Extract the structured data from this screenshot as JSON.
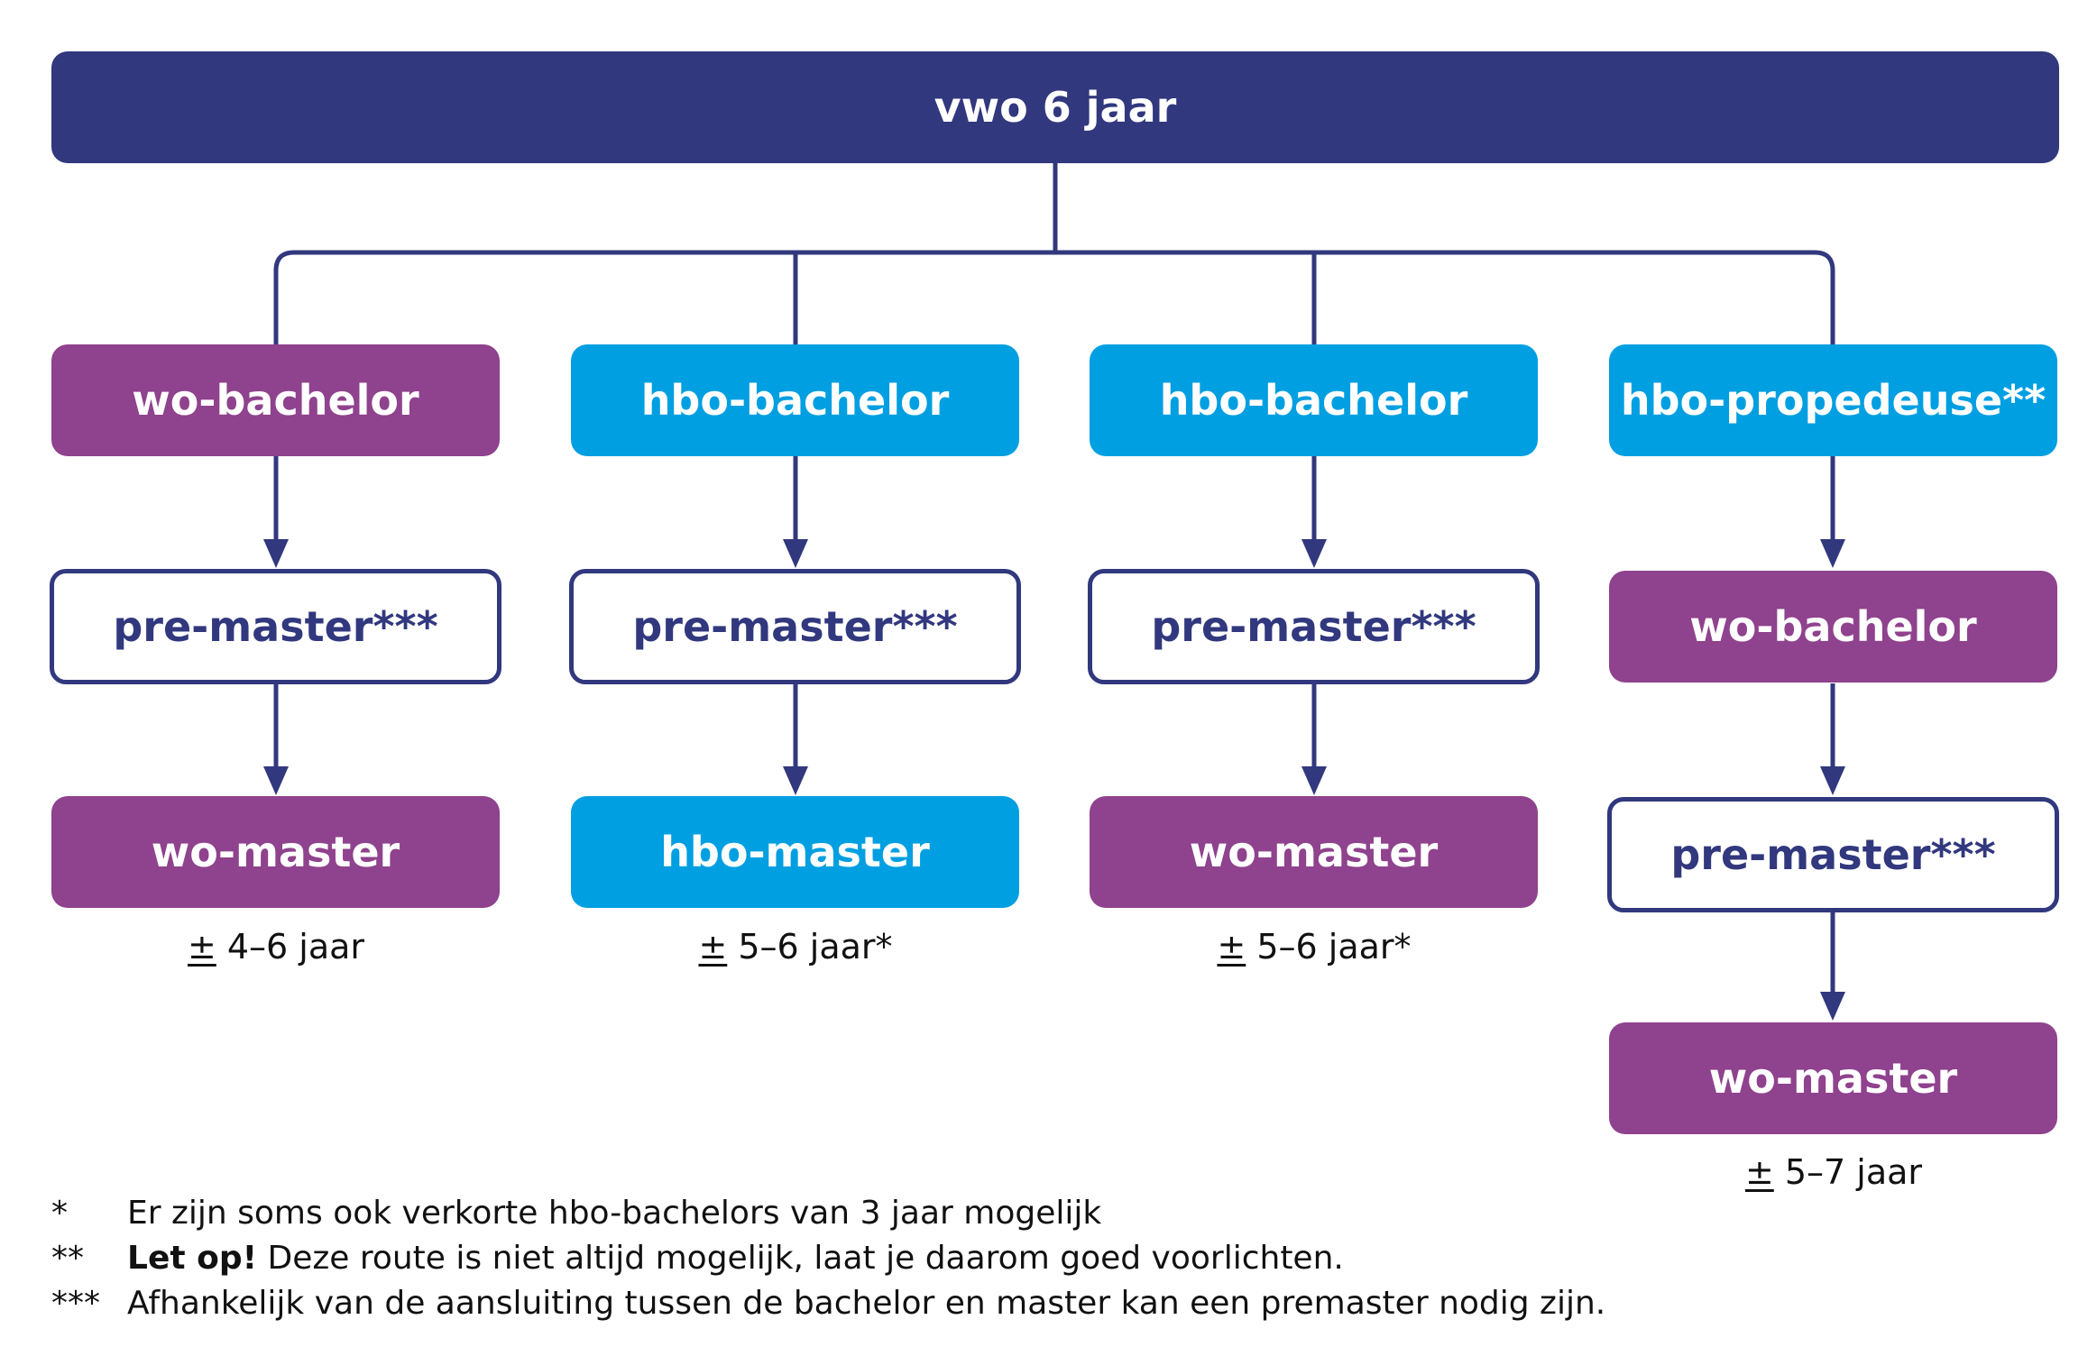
{
  "top": "vwo 6 jaar",
  "columns": [
    {
      "steps": [
        "wo-bachelor",
        "pre-master***",
        "wo-master"
      ],
      "duration_pm": "±",
      "duration": " 4–6 jaar"
    },
    {
      "steps": [
        "hbo-bachelor",
        "pre-master***",
        "hbo-master"
      ],
      "duration_pm": "±",
      "duration": " 5–6 jaar*"
    },
    {
      "steps": [
        "hbo-bachelor",
        "pre-master***",
        "wo-master"
      ],
      "duration_pm": "±",
      "duration": " 5–6 jaar*"
    },
    {
      "steps": [
        "hbo-propedeuse**",
        "wo-bachelor",
        "pre-master***",
        "wo-master"
      ],
      "duration_pm": "±",
      "duration": " 5–7 jaar"
    }
  ],
  "footnotes": [
    {
      "mark": "*",
      "bold": "",
      "text": "Er zijn soms ook verkorte hbo-bachelors van 3 jaar mogelijk"
    },
    {
      "mark": "**",
      "bold": "Let op!",
      "text": " Deze route is niet altijd mogelijk, laat je daarom goed voorlichten."
    },
    {
      "mark": "***",
      "bold": "",
      "text": "Afhankelijk van de aansluiting tussen de bachelor en master kan een premaster nodig zijn."
    }
  ],
  "colors": {
    "navy": "#31387e",
    "purple": "#8f428d",
    "blue": "#009fe1"
  }
}
